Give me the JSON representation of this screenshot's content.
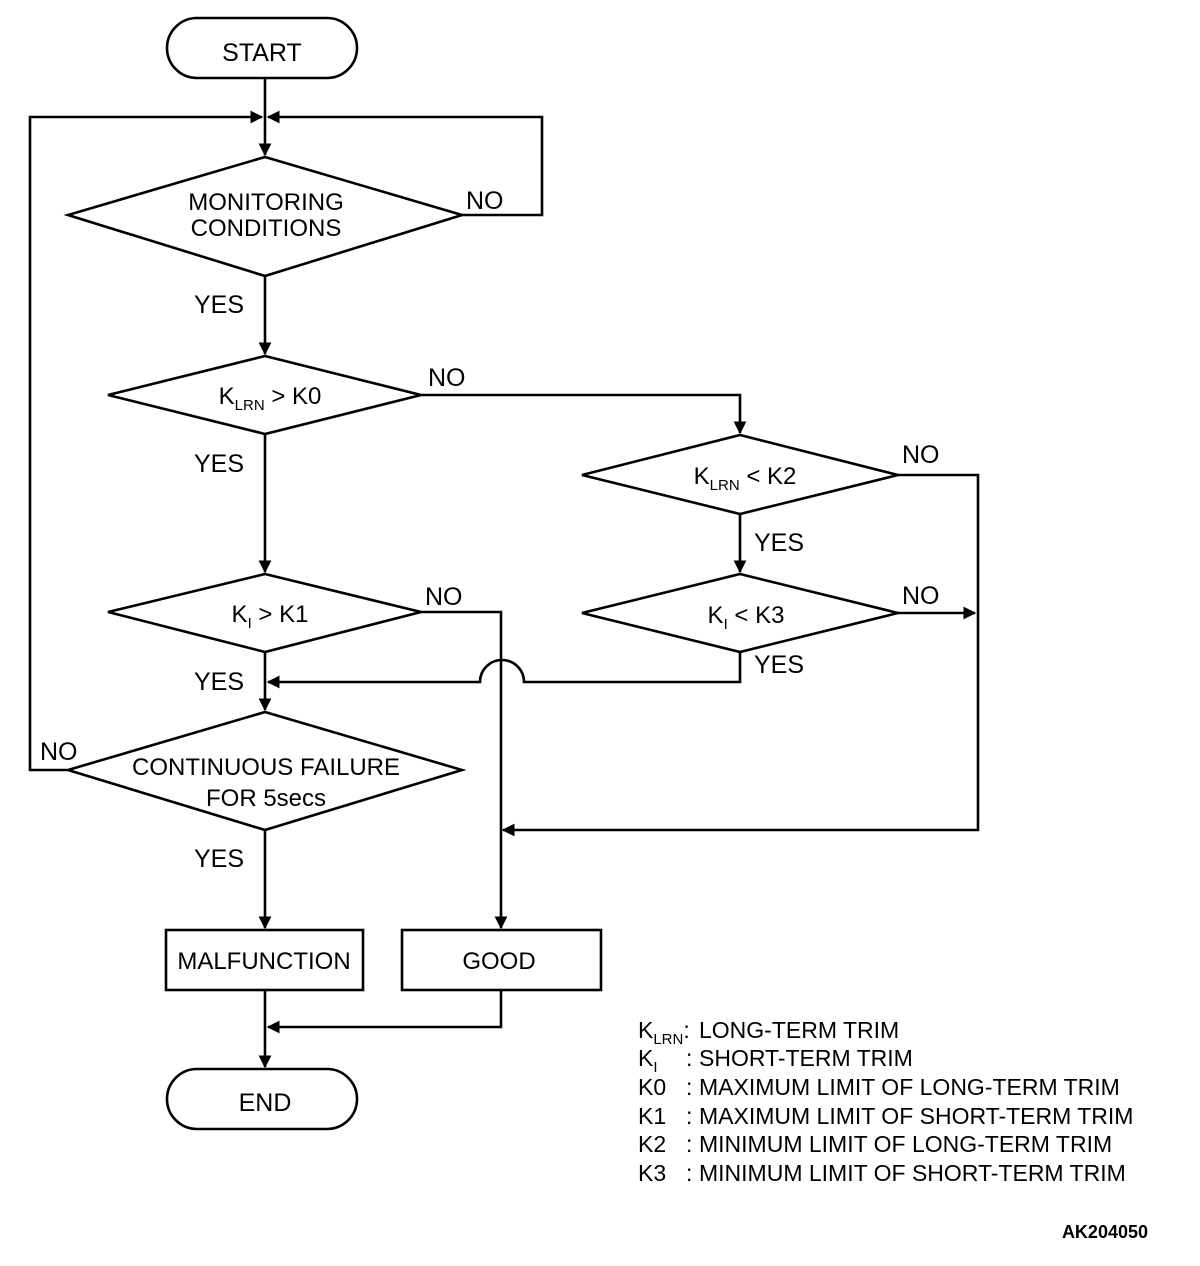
{
  "nodes": {
    "start": "START",
    "monitoring": [
      "MONITORING",
      "CONDITIONS"
    ],
    "klrn_gt_k0": {
      "base": "K",
      "sub": "LRN",
      "rest": " > K0"
    },
    "klrn_lt_k2": {
      "base": "K",
      "sub": "LRN",
      "rest": " < K2"
    },
    "ki_gt_k1": {
      "base": "K",
      "sub": "I",
      "rest": " > K1"
    },
    "ki_lt_k3": {
      "base": "K",
      "sub": "I",
      "rest": " < K3"
    },
    "continuous": [
      "CONTINUOUS FAILURE",
      "FOR 5secs"
    ],
    "malfunction": "MALFUNCTION",
    "good": "GOOD",
    "end": "END"
  },
  "labels": {
    "yes": "YES",
    "no": "NO"
  },
  "legend": [
    {
      "sym": "K",
      "sub": "LRN",
      "sep": ":",
      "desc": "LONG-TERM TRIM"
    },
    {
      "sym": "K",
      "sub": "I",
      "sep": ":",
      "desc": "SHORT-TERM TRIM"
    },
    {
      "sym": "K0",
      "sub": "",
      "sep": ":",
      "desc": "MAXIMUM LIMIT OF LONG-TERM TRIM"
    },
    {
      "sym": "K1",
      "sub": "",
      "sep": ":",
      "desc": "MAXIMUM LIMIT OF SHORT-TERM TRIM"
    },
    {
      "sym": "K2",
      "sub": "",
      "sep": ":",
      "desc": "MINIMUM LIMIT OF LONG-TERM TRIM"
    },
    {
      "sym": "K3",
      "sub": "",
      "sep": ":",
      "desc": "MINIMUM LIMIT OF SHORT-TERM TRIM"
    }
  ],
  "figure_code": "AK204050"
}
